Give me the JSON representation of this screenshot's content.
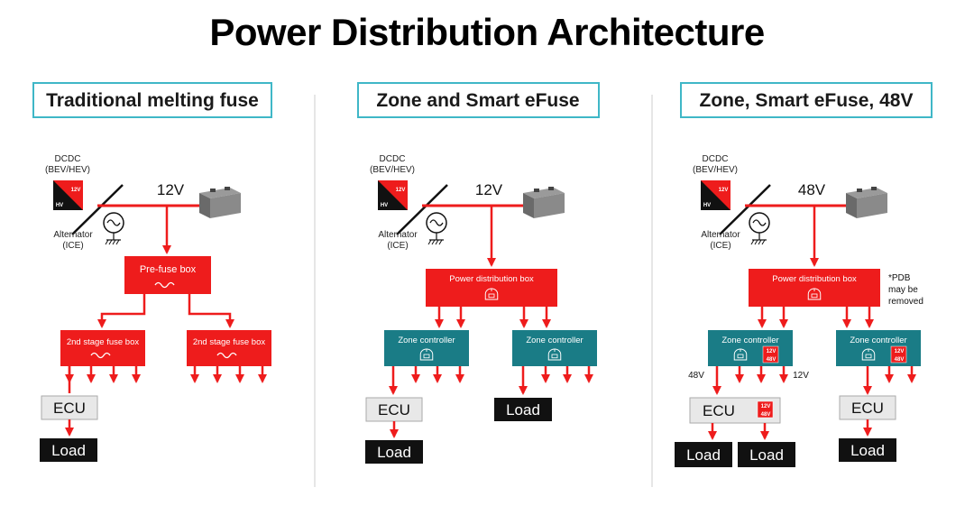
{
  "title": "Power Distribution Architecture",
  "colors": {
    "red": "#ee1c1c",
    "teal": "#1a7c86",
    "header_border": "#3fb7c7",
    "grey": "#e8e8e8"
  },
  "common": {
    "dcdc": "DCDC",
    "dcdc_sub": "(BEV/HEV)",
    "badge_top": "12V",
    "badge_bottom": "HV",
    "alternator": "Alternator",
    "alternator_sub": "(ICE)",
    "ecu": "ECU",
    "load": "Load"
  },
  "panel1": {
    "header": "Traditional melting fuse",
    "voltage": "12V",
    "prefuse": "Pre-fuse box",
    "stage2_left": "2nd stage fuse box",
    "stage2_right": "2nd stage fuse box"
  },
  "panel2": {
    "header": "Zone and Smart eFuse",
    "voltage": "12V",
    "pdb": "Power distribution box",
    "zone": "Zone controller"
  },
  "panel3": {
    "header": "Zone, Smart eFuse, 48V",
    "voltage": "48V",
    "pdb": "Power distribution box",
    "pdb_note_1": "*PDB",
    "pdb_note_2": "may be",
    "pdb_note_3": "removed",
    "zone": "Zone controller",
    "label_48v": "48V",
    "label_12v": "12V",
    "mini_top": "12V",
    "mini_bottom": "48V"
  }
}
